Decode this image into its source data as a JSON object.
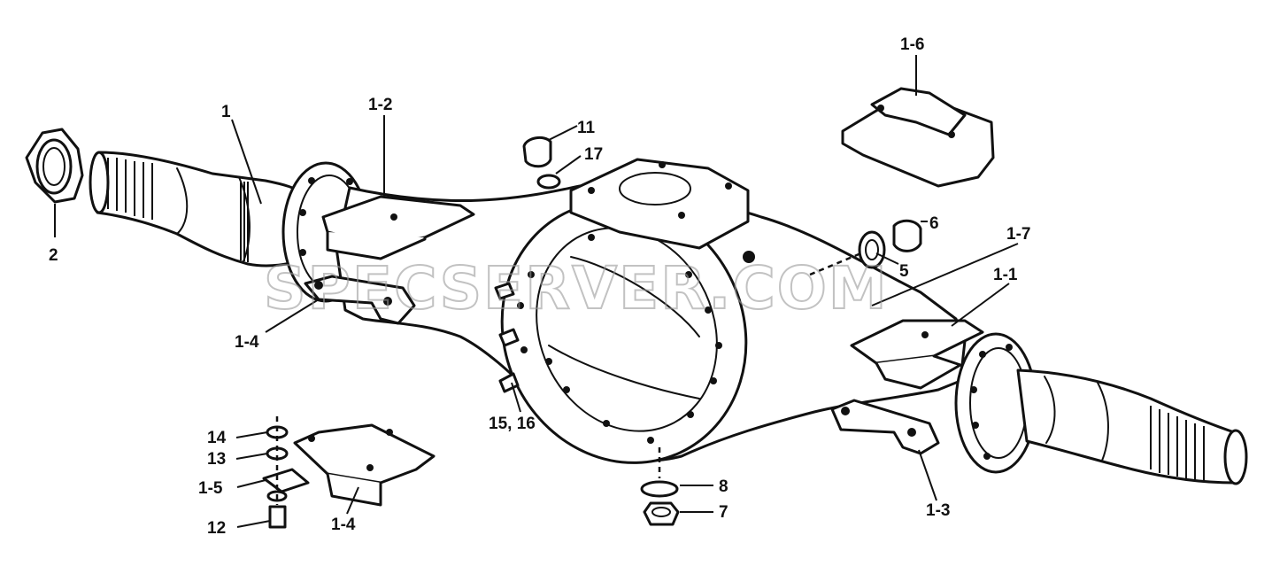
{
  "watermark": "SPECSERVER.COM",
  "callouts": {
    "c1": "1",
    "c1_1": "1-1",
    "c1_2": "1-2",
    "c1_3": "1-3",
    "c1_4a": "1-4",
    "c1_4b": "1-4",
    "c1_5": "1-5",
    "c1_6": "1-6",
    "c1_7": "1-7",
    "c2": "2",
    "c5": "5",
    "c6": "6",
    "c7": "7",
    "c8": "8",
    "c11": "11",
    "c12": "12",
    "c13": "13",
    "c14": "14",
    "c15_16": "15, 16",
    "c17": "17"
  },
  "colors": {
    "ink": "#111111",
    "paper": "#ffffff",
    "watermark": "#9a9a9a"
  }
}
